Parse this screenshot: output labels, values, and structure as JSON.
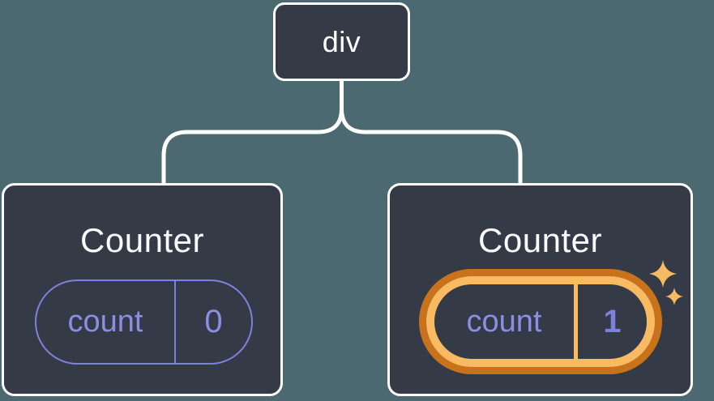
{
  "diagram": {
    "root": {
      "label": "div"
    },
    "children": [
      {
        "title": "Counter",
        "state": {
          "key": "count",
          "value": "0"
        },
        "highlighted": false
      },
      {
        "title": "Counter",
        "state": {
          "key": "count",
          "value": "1"
        },
        "highlighted": true
      }
    ]
  },
  "icons": {
    "sparkle": "four-point-star"
  },
  "colors": {
    "background": "#4c6971",
    "node_background": "#343a46",
    "node_border": "#ffffff",
    "connector": "#ffffff",
    "state_border_purple": "#7d82dd",
    "state_text_purple": "#8a8fe4",
    "highlight_dark_orange": "#c8731c",
    "highlight_light_orange": "#f8ba62"
  }
}
